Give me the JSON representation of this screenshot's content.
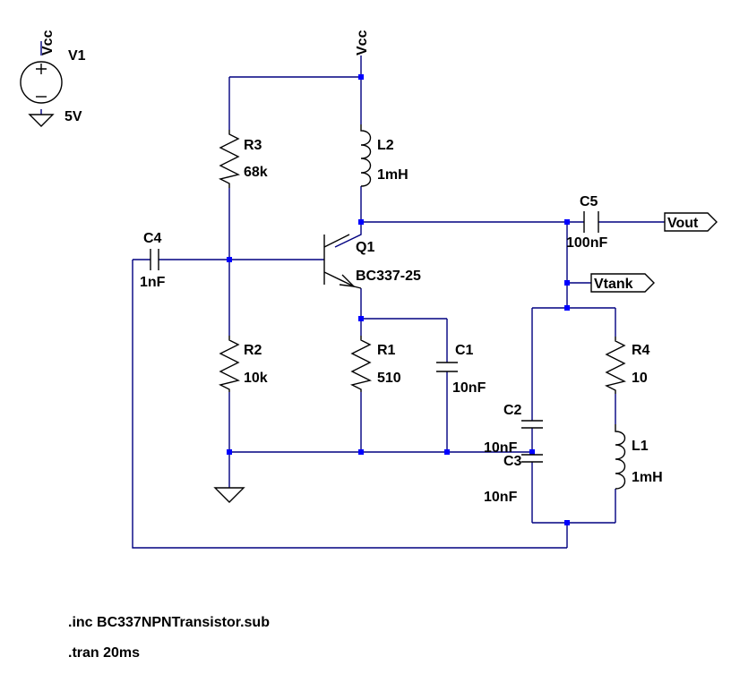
{
  "components": {
    "V1": {
      "name": "V1",
      "value": "5V"
    },
    "R1": {
      "name": "R1",
      "value": "510"
    },
    "R2": {
      "name": "R2",
      "value": "10k"
    },
    "R3": {
      "name": "R3",
      "value": "68k"
    },
    "R4": {
      "name": "R4",
      "value": "10"
    },
    "L1": {
      "name": "L1",
      "value": "1mH"
    },
    "L2": {
      "name": "L2",
      "value": "1mH"
    },
    "C1": {
      "name": "C1",
      "value": "10nF"
    },
    "C2": {
      "name": "C2",
      "value": "10nF"
    },
    "C3": {
      "name": "C3",
      "value": "10nF"
    },
    "C4": {
      "name": "C4",
      "value": "1nF"
    },
    "C5": {
      "name": "C5",
      "value": "100nF"
    },
    "Q1": {
      "name": "Q1",
      "value": "BC337-25"
    }
  },
  "nets": {
    "vcc": "Vcc",
    "vout": "Vout",
    "vtank": "Vtank"
  },
  "directives": [
    ".inc BC337NPNTransistor.sub",
    ".tran 20ms"
  ],
  "colors": {
    "wire": "#000080",
    "node": "#0000ff",
    "component": "#000000"
  }
}
